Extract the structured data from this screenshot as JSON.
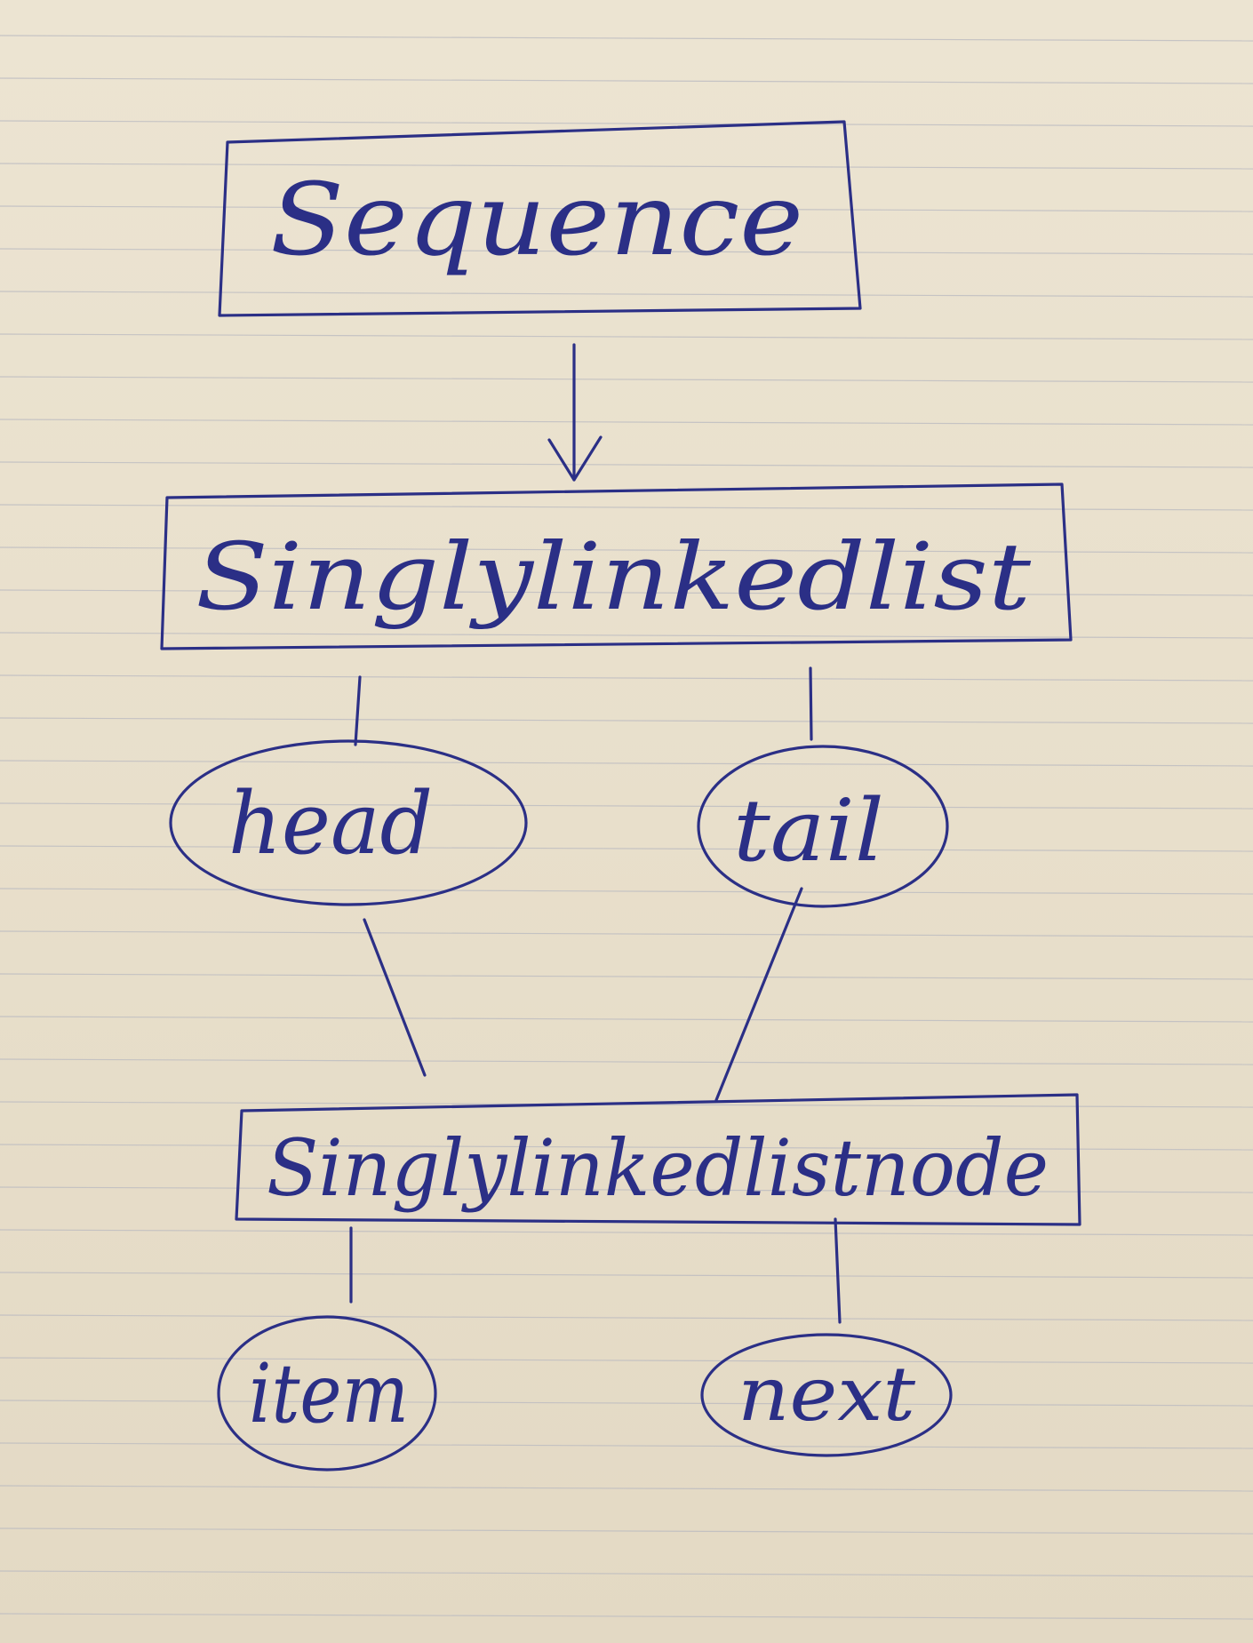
{
  "diagram": {
    "nodes": {
      "sequence": {
        "label": "Sequence",
        "shape": "rectangle"
      },
      "singly_linked_list": {
        "label": "Singlylinkedlist",
        "shape": "rectangle"
      },
      "head": {
        "label": "head",
        "shape": "ellipse"
      },
      "tail": {
        "label": "tail",
        "shape": "ellipse"
      },
      "singly_linked_list_node": {
        "label": "Singlylinkedlistnode",
        "shape": "rectangle"
      },
      "item": {
        "label": "item",
        "shape": "ellipse"
      },
      "next": {
        "label": "next",
        "shape": "ellipse"
      }
    },
    "edges": [
      {
        "from": "sequence",
        "to": "singly_linked_list",
        "style": "arrow"
      },
      {
        "from": "singly_linked_list",
        "to": "head",
        "style": "line"
      },
      {
        "from": "singly_linked_list",
        "to": "tail",
        "style": "line"
      },
      {
        "from": "head",
        "to": "singly_linked_list_node",
        "style": "line"
      },
      {
        "from": "tail",
        "to": "singly_linked_list_node",
        "style": "line"
      },
      {
        "from": "singly_linked_list_node",
        "to": "item",
        "style": "line"
      },
      {
        "from": "singly_linked_list_node",
        "to": "next",
        "style": "line"
      }
    ]
  },
  "colors": {
    "ink": "#2b2f86",
    "paper": "#e9e1cf",
    "rule_lines": "#b9b9c0"
  }
}
